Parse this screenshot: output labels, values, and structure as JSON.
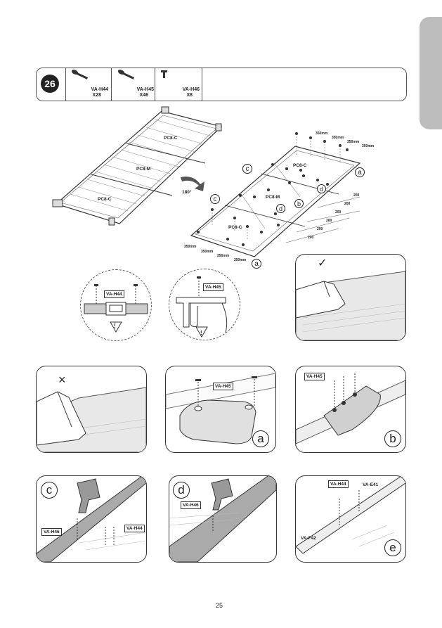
{
  "step": {
    "number": "26"
  },
  "parts": [
    {
      "code": "VA-H44",
      "qty": "X28"
    },
    {
      "code": "VA-H45",
      "qty": "X46"
    },
    {
      "code": "VA-H46",
      "qty": "X8"
    }
  ],
  "overview": {
    "left_labels": [
      "PC8-C",
      "PC8-M",
      "PC8-C"
    ],
    "rotation": "180°",
    "right_labels": [
      "PC8-C",
      "PC8-M",
      "PC8-C"
    ],
    "callouts": [
      "a",
      "b",
      "c",
      "c",
      "d",
      "d",
      "a"
    ],
    "dims_top": [
      "350mm",
      "350mm",
      "350mm",
      "350mm"
    ],
    "dims_bottom": [
      "350mm",
      "350mm",
      "350mm",
      "350mm"
    ],
    "dims_side": [
      "200",
      "200",
      "200",
      "200",
      "200",
      "200"
    ]
  },
  "details": {
    "det1_tag": "VA-H44",
    "det2_tag": "VA-H45",
    "warning": "!",
    "panel_a_tag": "VA-H45",
    "panel_b_tag": "VA-H45",
    "panel_c_tags": [
      "VA-H46",
      "VA-H44"
    ],
    "panel_d_tag": "VA-H46",
    "panel_e_tags": [
      "VA-H44",
      "VA-E41",
      "VA-F42"
    ],
    "letters": [
      "a",
      "b",
      "c",
      "d",
      "e"
    ],
    "check_mark": "✓",
    "cross_mark": "×"
  },
  "page_number": "25",
  "colors": {
    "tab": "#bdbdbd",
    "ink": "#222222"
  }
}
